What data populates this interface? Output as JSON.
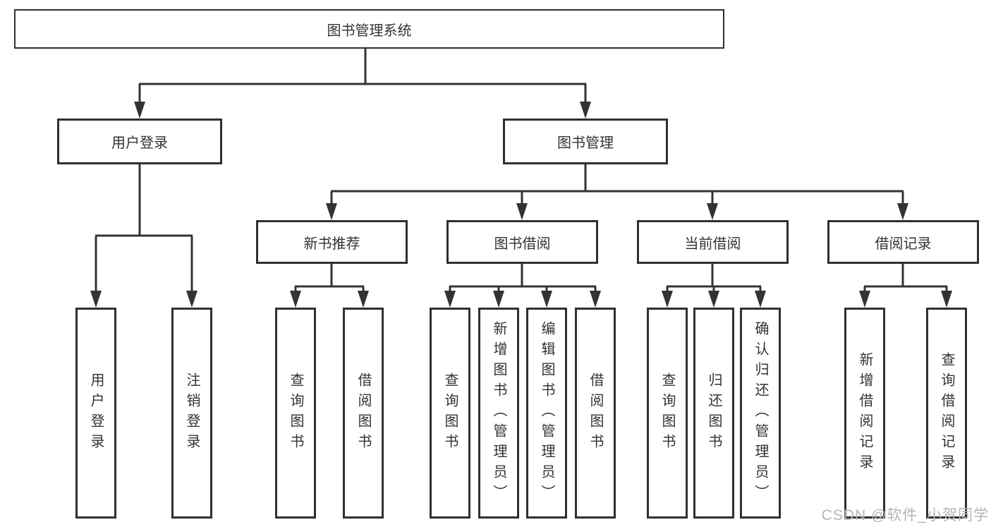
{
  "tree": {
    "root": {
      "label": "图书管理系统"
    },
    "children": [
      {
        "label": "用户登录",
        "children": [
          {
            "label": "用户登录"
          },
          {
            "label": "注销登录"
          }
        ]
      },
      {
        "label": "图书管理",
        "children": [
          {
            "label": "新书推荐",
            "children": [
              {
                "label": "查询图书"
              },
              {
                "label": "借阅图书"
              }
            ]
          },
          {
            "label": "图书借阅",
            "children": [
              {
                "label": "查询图书"
              },
              {
                "label": "新增图书（管理员）"
              },
              {
                "label": "编辑图书（管理员）"
              },
              {
                "label": "借阅图书"
              }
            ]
          },
          {
            "label": "当前借阅",
            "children": [
              {
                "label": "查询图书"
              },
              {
                "label": "归还图书"
              },
              {
                "label": "确认归还（管理员）"
              }
            ]
          },
          {
            "label": "借阅记录",
            "children": [
              {
                "label": "新增借阅记录"
              },
              {
                "label": "查询借阅记录"
              }
            ]
          }
        ]
      }
    ]
  },
  "watermark": {
    "text": "CSDN @软件_小贺同学"
  },
  "colors": {
    "line": "#333333",
    "box_border": "#303030",
    "text": "#333333",
    "watermark": "#b5b5b5",
    "background": "#ffffff"
  }
}
